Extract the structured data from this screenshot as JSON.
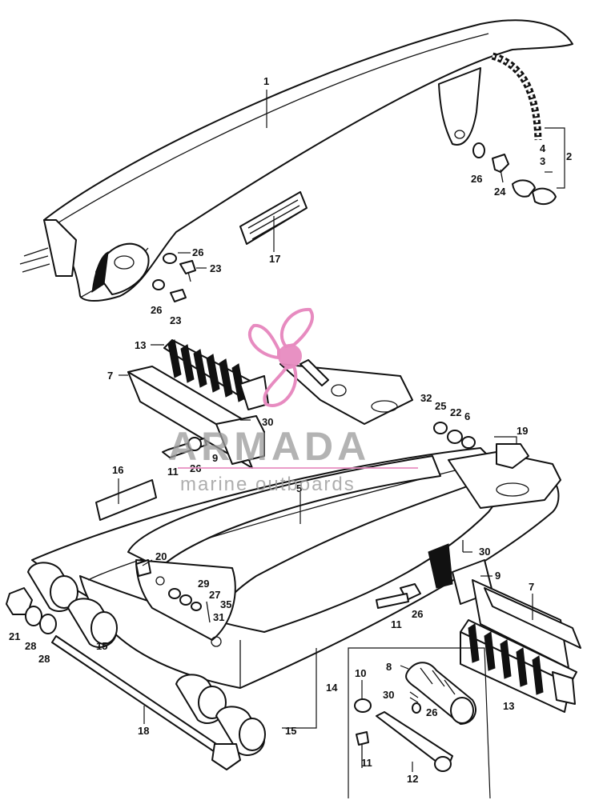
{
  "watermark": {
    "title": "ARMADA",
    "subtitle": "marine outboards",
    "brand_color": "#e78bc0",
    "text_color": "#9a9a9a"
  },
  "callouts": {
    "c1": "1",
    "c2": "2",
    "c3": "3",
    "c4": "4",
    "c26a": "26",
    "c24": "24",
    "c26b": "26",
    "c23a": "23",
    "c17": "17",
    "c26c": "26",
    "c23b": "23",
    "c13a": "13",
    "c7a": "7",
    "c30a": "30",
    "c11a": "11",
    "c26d": "26",
    "c9a": "9",
    "c32": "32",
    "c25": "25",
    "c22": "22",
    "c6": "6",
    "c19": "19",
    "c16": "16",
    "c5": "5",
    "c30b": "30",
    "c9b": "9",
    "c7b": "7",
    "c20": "20",
    "c29": "29",
    "c27": "27",
    "c35": "35",
    "c31": "31",
    "c21": "21",
    "c28a": "28",
    "c28b": "28",
    "c15a": "15",
    "c11b": "11",
    "c26e": "26",
    "c18": "18",
    "c14": "14",
    "c15b": "15",
    "c8": "8",
    "c10": "10",
    "c30c": "30",
    "c26f": "26",
    "c11c": "11",
    "c12": "12",
    "c13b": "13"
  }
}
